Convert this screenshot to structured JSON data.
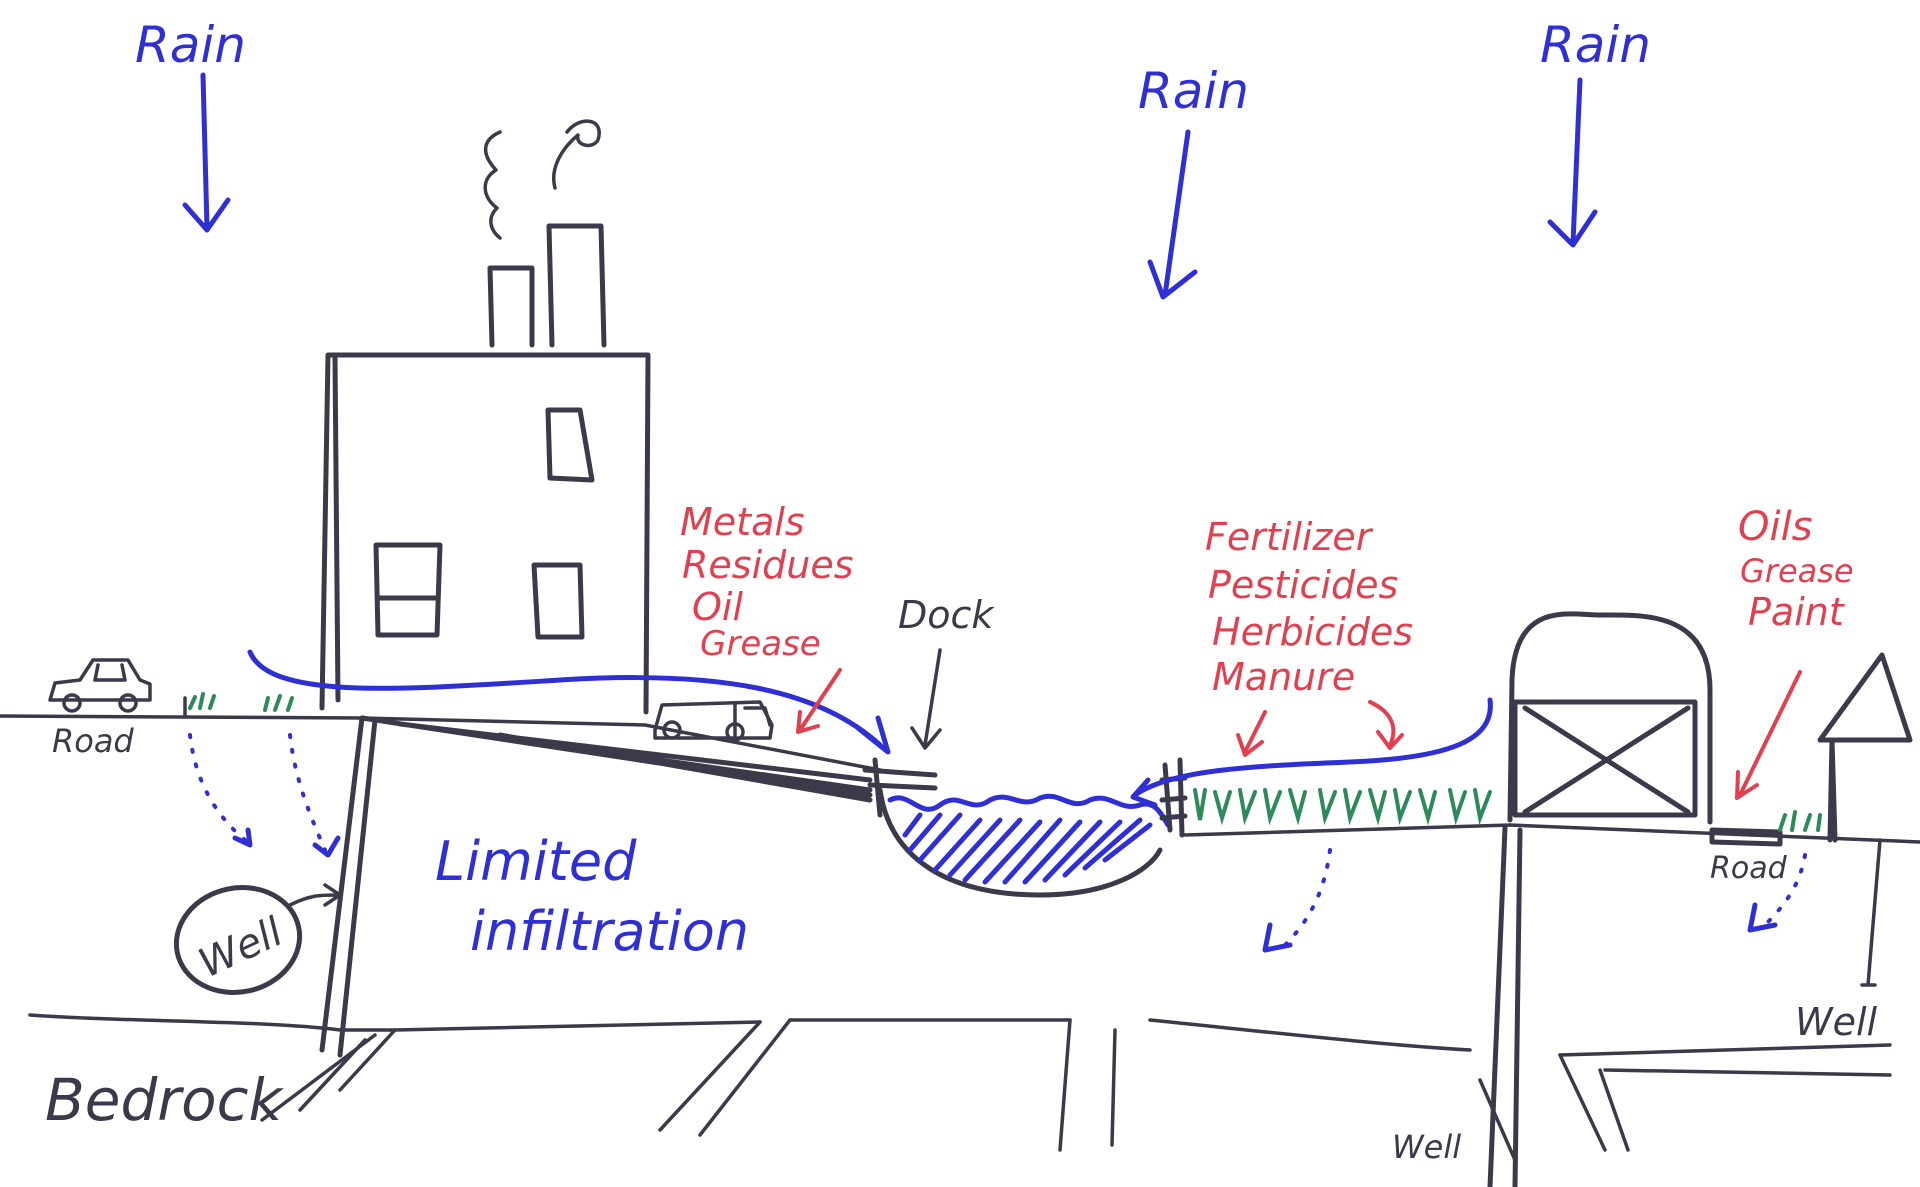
{
  "rain_labels": [
    "Rain",
    "Rain",
    "Rain"
  ],
  "labels": {
    "road_left": "Road",
    "road_right": "Road",
    "dock": "Dock",
    "limited_infiltration_line1": "Limited",
    "limited_infiltration_line2": "infiltration",
    "bedrock": "Bedrock",
    "well_left": "Well",
    "well_center": "Well",
    "well_right": "Well"
  },
  "factory_pollutants": [
    "Metals",
    "Residues",
    "Oil",
    "Grease"
  ],
  "farm_pollutants": [
    "Fertilizer",
    "Pesticides",
    "Herbicides",
    "Manure"
  ],
  "road_pollutants": [
    "Oils",
    "Grease",
    "Paint"
  ],
  "colors": {
    "water_blue": "#2f2fd6",
    "pollutant_red": "#e0404f",
    "ink": "#3a3a4a",
    "grass_green": "#2e8a5a"
  }
}
